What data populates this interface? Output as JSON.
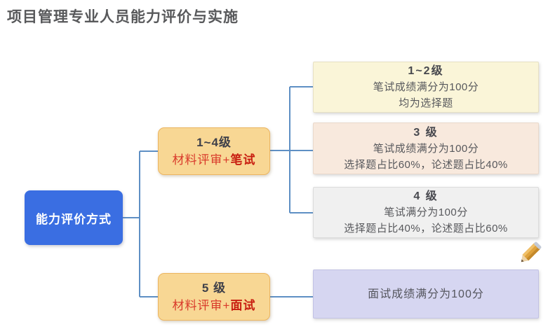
{
  "title": "项目管理专业人员能力评价与实施",
  "root": {
    "label": "能力评价方式"
  },
  "branches": [
    {
      "level": "1~4级",
      "method_prefix": "材料评审+",
      "method_emphasis": "笔试"
    },
    {
      "level": "5 级",
      "method_prefix": "材料评审+",
      "method_emphasis": "面试"
    }
  ],
  "leaves": [
    {
      "heading": "1~2级",
      "line1": "笔试成绩满分为100分",
      "line2": "均为选择题"
    },
    {
      "heading": "3 级",
      "line1": "笔试成绩满分为100分",
      "line2": "选择题占比60%，论述题占比40%"
    },
    {
      "heading": "4 级",
      "line1": "笔试满分为100分",
      "line2": "选择题占比40%，论述题占比60%"
    },
    {
      "heading": "",
      "line1": "面试成绩满分为100分",
      "line2": ""
    }
  ],
  "icons": {
    "pencil": "pencil-icon"
  },
  "colors": {
    "root_fill": "#3A6EE2",
    "root_text": "#FFFFFF",
    "branch_fill": "#F8D794",
    "branch_border": "#ECB561",
    "branch_level_text": "#3F4049",
    "accent_red": "#D93A2B",
    "accent_red_bold": "#C81E10",
    "leaf1_fill": "#FAF5D8",
    "leaf2_fill": "#F8E9DD",
    "leaf3_fill": "#F0F0F0",
    "leaf4_fill": "#D6D6F1",
    "connector": "#5E8FC4",
    "title_text": "#58595B",
    "body_text": "#57585C"
  }
}
